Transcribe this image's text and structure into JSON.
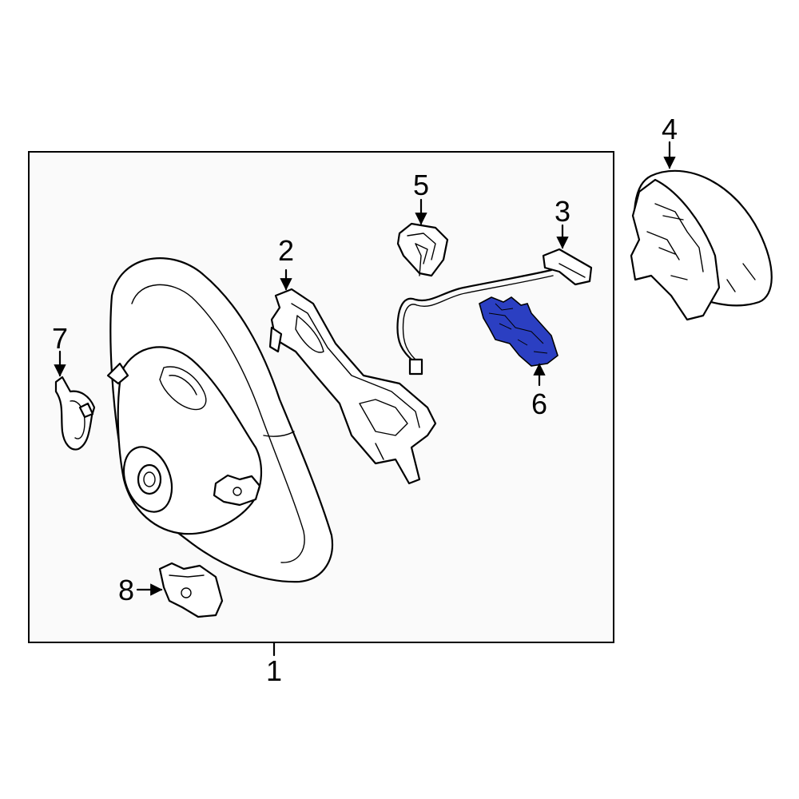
{
  "diagram": {
    "highlight_color": "#2b3fc2",
    "line_color": "#000000",
    "background": "#ffffff",
    "callouts": {
      "c1": "1",
      "c2": "2",
      "c3": "3",
      "c4": "4",
      "c5": "5",
      "c6": "6",
      "c7": "7",
      "c8": "8"
    }
  }
}
